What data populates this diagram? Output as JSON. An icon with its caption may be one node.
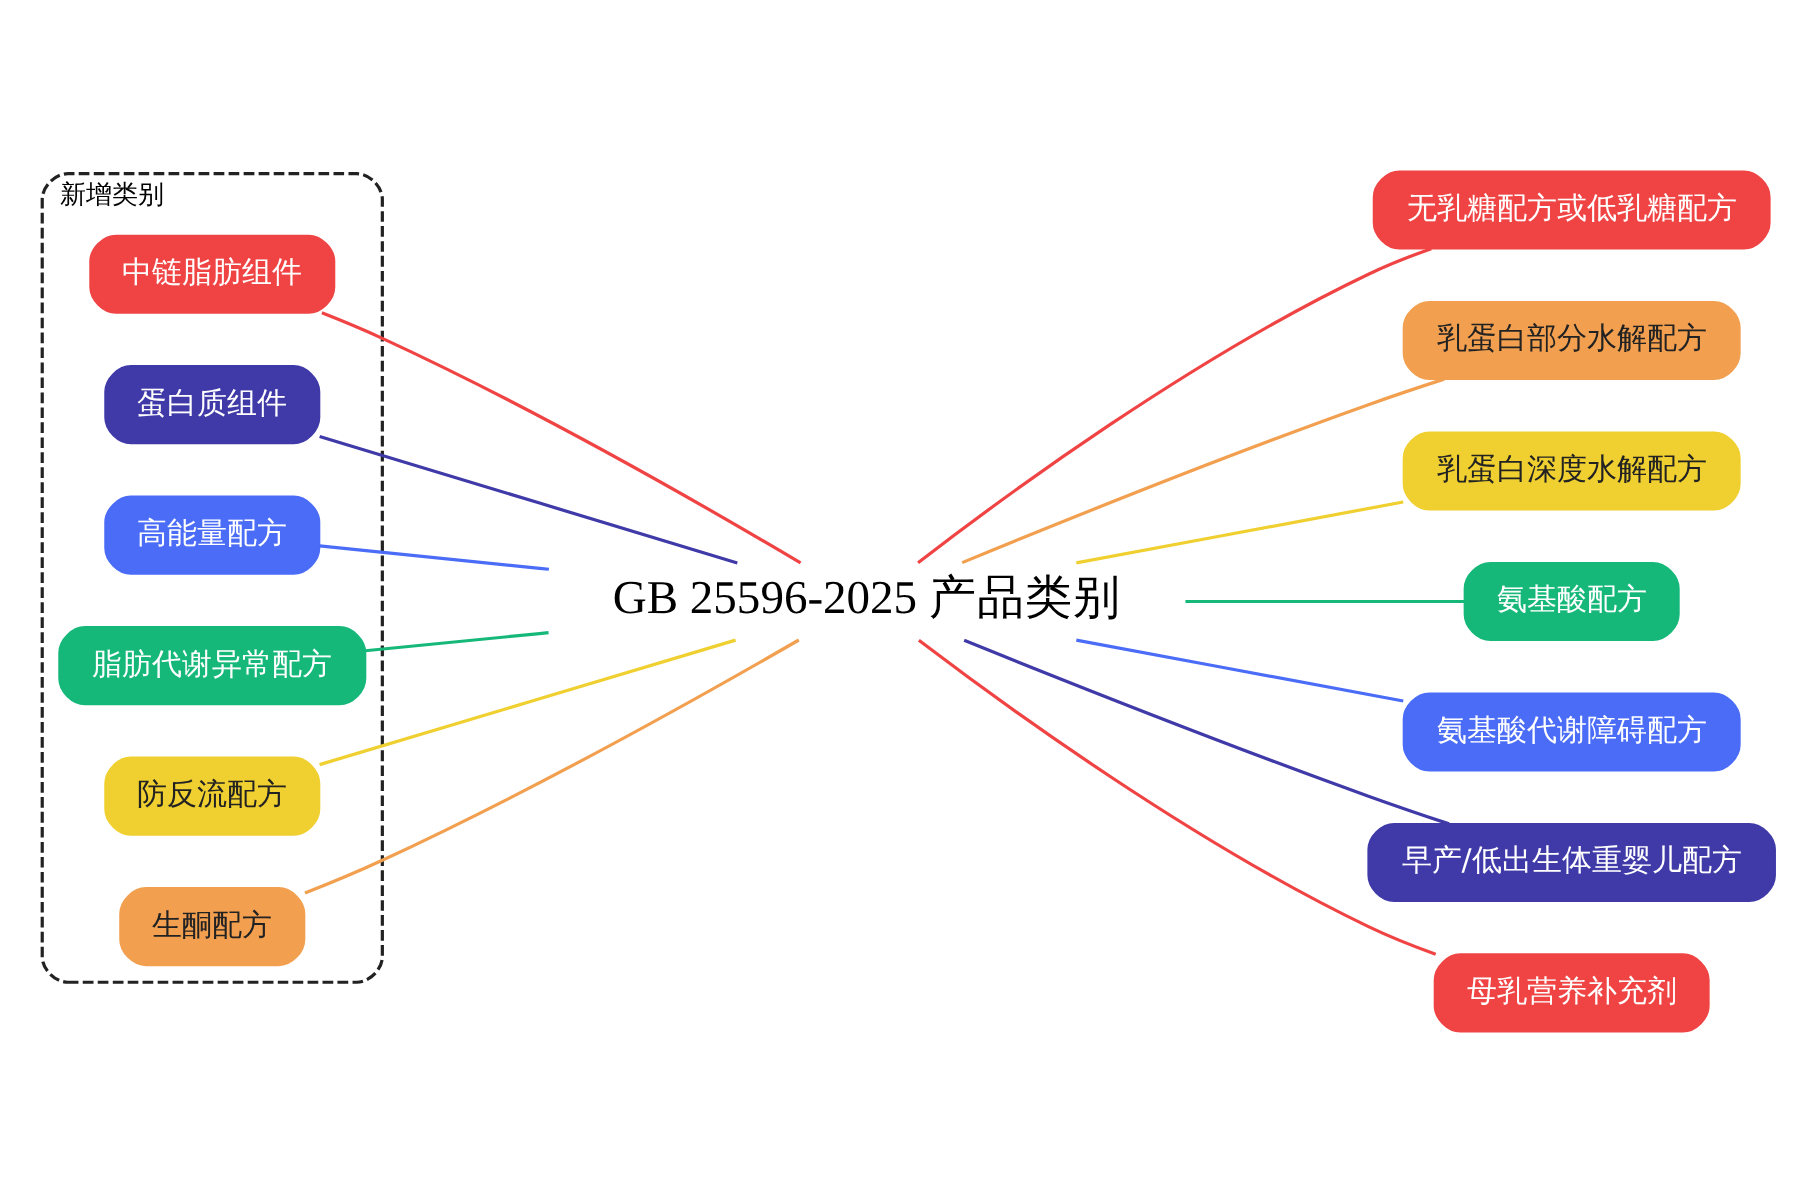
{
  "diagram": {
    "nodes": [
      {
        "text": [
          "新增类别"
        ]
      },
      {
        "text": [
          "中链脂肪组件"
        ],
        "in": 0
      },
      {
        "text": [
          "蛋白质组件"
        ],
        "in": 0
      },
      {
        "text": [
          "高能量配方"
        ],
        "in": 0
      },
      {
        "text": [
          "脂肪代谢异常配方"
        ],
        "in": 0
      },
      {
        "text": [
          "防反流配方"
        ],
        "in": 0
      },
      {
        "text": [
          "生酮配方"
        ],
        "in": 0
      },
      {
        "text": [
          "GB 25596-2025 产品类别"
        ]
      },
      {
        "text": [
          "无乳糖配方或低乳糖配方"
        ]
      },
      {
        "text": [
          "乳蛋白部分水解配方"
        ]
      },
      {
        "text": [
          "乳蛋白深度水解配方"
        ]
      },
      {
        "text": [
          "氨基酸配方"
        ]
      },
      {
        "text": [
          "氨基酸代谢障碍配方"
        ]
      },
      {
        "text": [
          "早产/低出生体重婴儿配方"
        ]
      },
      {
        "text": [
          "母乳营养补充剂"
        ]
      }
    ],
    "edges": [
      {
        "from": 1,
        "to": 7,
        "arrow": "none",
        "color": "#f04444"
      },
      {
        "from": 2,
        "to": 7,
        "arrow": "none",
        "color": "#3f3aa8"
      },
      {
        "from": 3,
        "to": 7,
        "arrow": "none",
        "color": "#4a6cf7"
      },
      {
        "from": 4,
        "to": 7,
        "arrow": "none",
        "color": "#16b87a"
      },
      {
        "from": 5,
        "to": 7,
        "arrow": "none",
        "color": "#f0d030"
      },
      {
        "from": 6,
        "to": 7,
        "arrow": "none",
        "color": "#f2a050"
      },
      {
        "from": 7,
        "to": 8,
        "arrow": "none",
        "color": "#f04444"
      },
      {
        "from": 7,
        "to": 9,
        "arrow": "none",
        "color": "#f2a050"
      },
      {
        "from": 7,
        "to": 10,
        "arrow": "none",
        "color": "#f0d030"
      },
      {
        "from": 7,
        "to": 11,
        "arrow": "none",
        "color": "#16b87a"
      },
      {
        "from": 7,
        "to": 12,
        "arrow": "none",
        "color": "#4a6cf7"
      },
      {
        "from": 7,
        "to": 13,
        "arrow": "none",
        "color": "#3f3aa8"
      },
      {
        "from": 7,
        "to": 14,
        "arrow": "none",
        "color": "#f04444"
      }
    ]
  }
}
